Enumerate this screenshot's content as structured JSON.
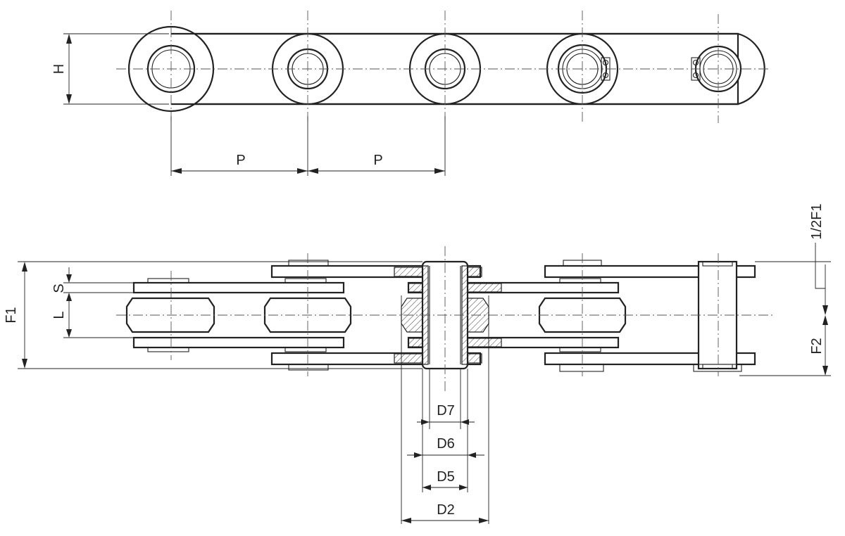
{
  "labels": {
    "height": "H",
    "pitch_left": "P",
    "pitch_right": "P",
    "overall_width": "F1",
    "half_width": "1/2F1",
    "side_to_center": "F2",
    "plate_thickness": "S",
    "inner_width": "L",
    "dia_d7": "D7",
    "dia_d6": "D6",
    "dia_d5": "D5",
    "dia_d2": "D2"
  }
}
